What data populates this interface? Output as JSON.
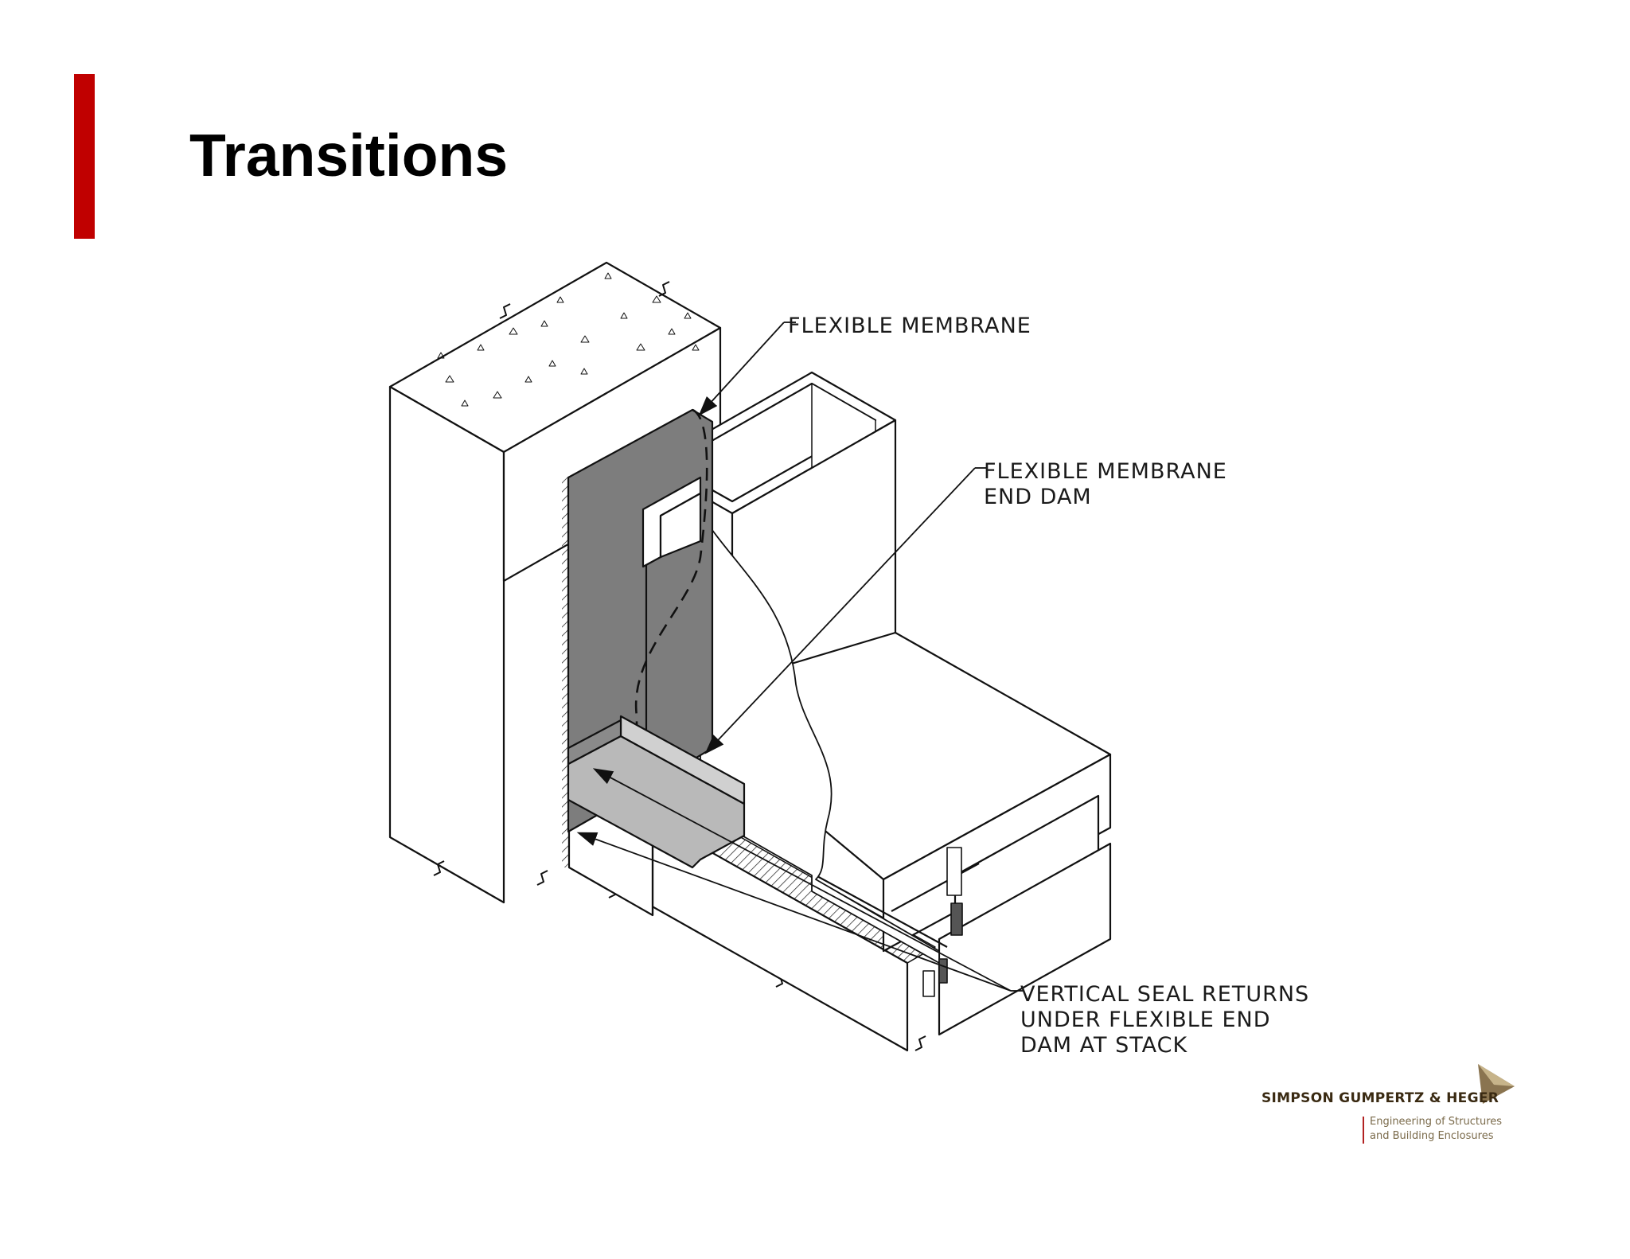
{
  "slide": {
    "title": "Transitions",
    "accent_color": "#c00000"
  },
  "callouts": {
    "flexible_membrane": "FLEXIBLE MEMBRANE",
    "end_dam_line1": "FLEXIBLE MEMBRANE",
    "end_dam_line2": "END DAM",
    "seal_line1": "VERTICAL SEAL RETURNS",
    "seal_line2": "UNDER FLEXIBLE END",
    "seal_line3": "DAM AT STACK"
  },
  "logo": {
    "name": "SIMPSON GUMPERTZ & HEGER",
    "tagline_line1": "Engineering of Structures",
    "tagline_line2": "and Building Enclosures",
    "brand_color": "#3a2a12"
  }
}
